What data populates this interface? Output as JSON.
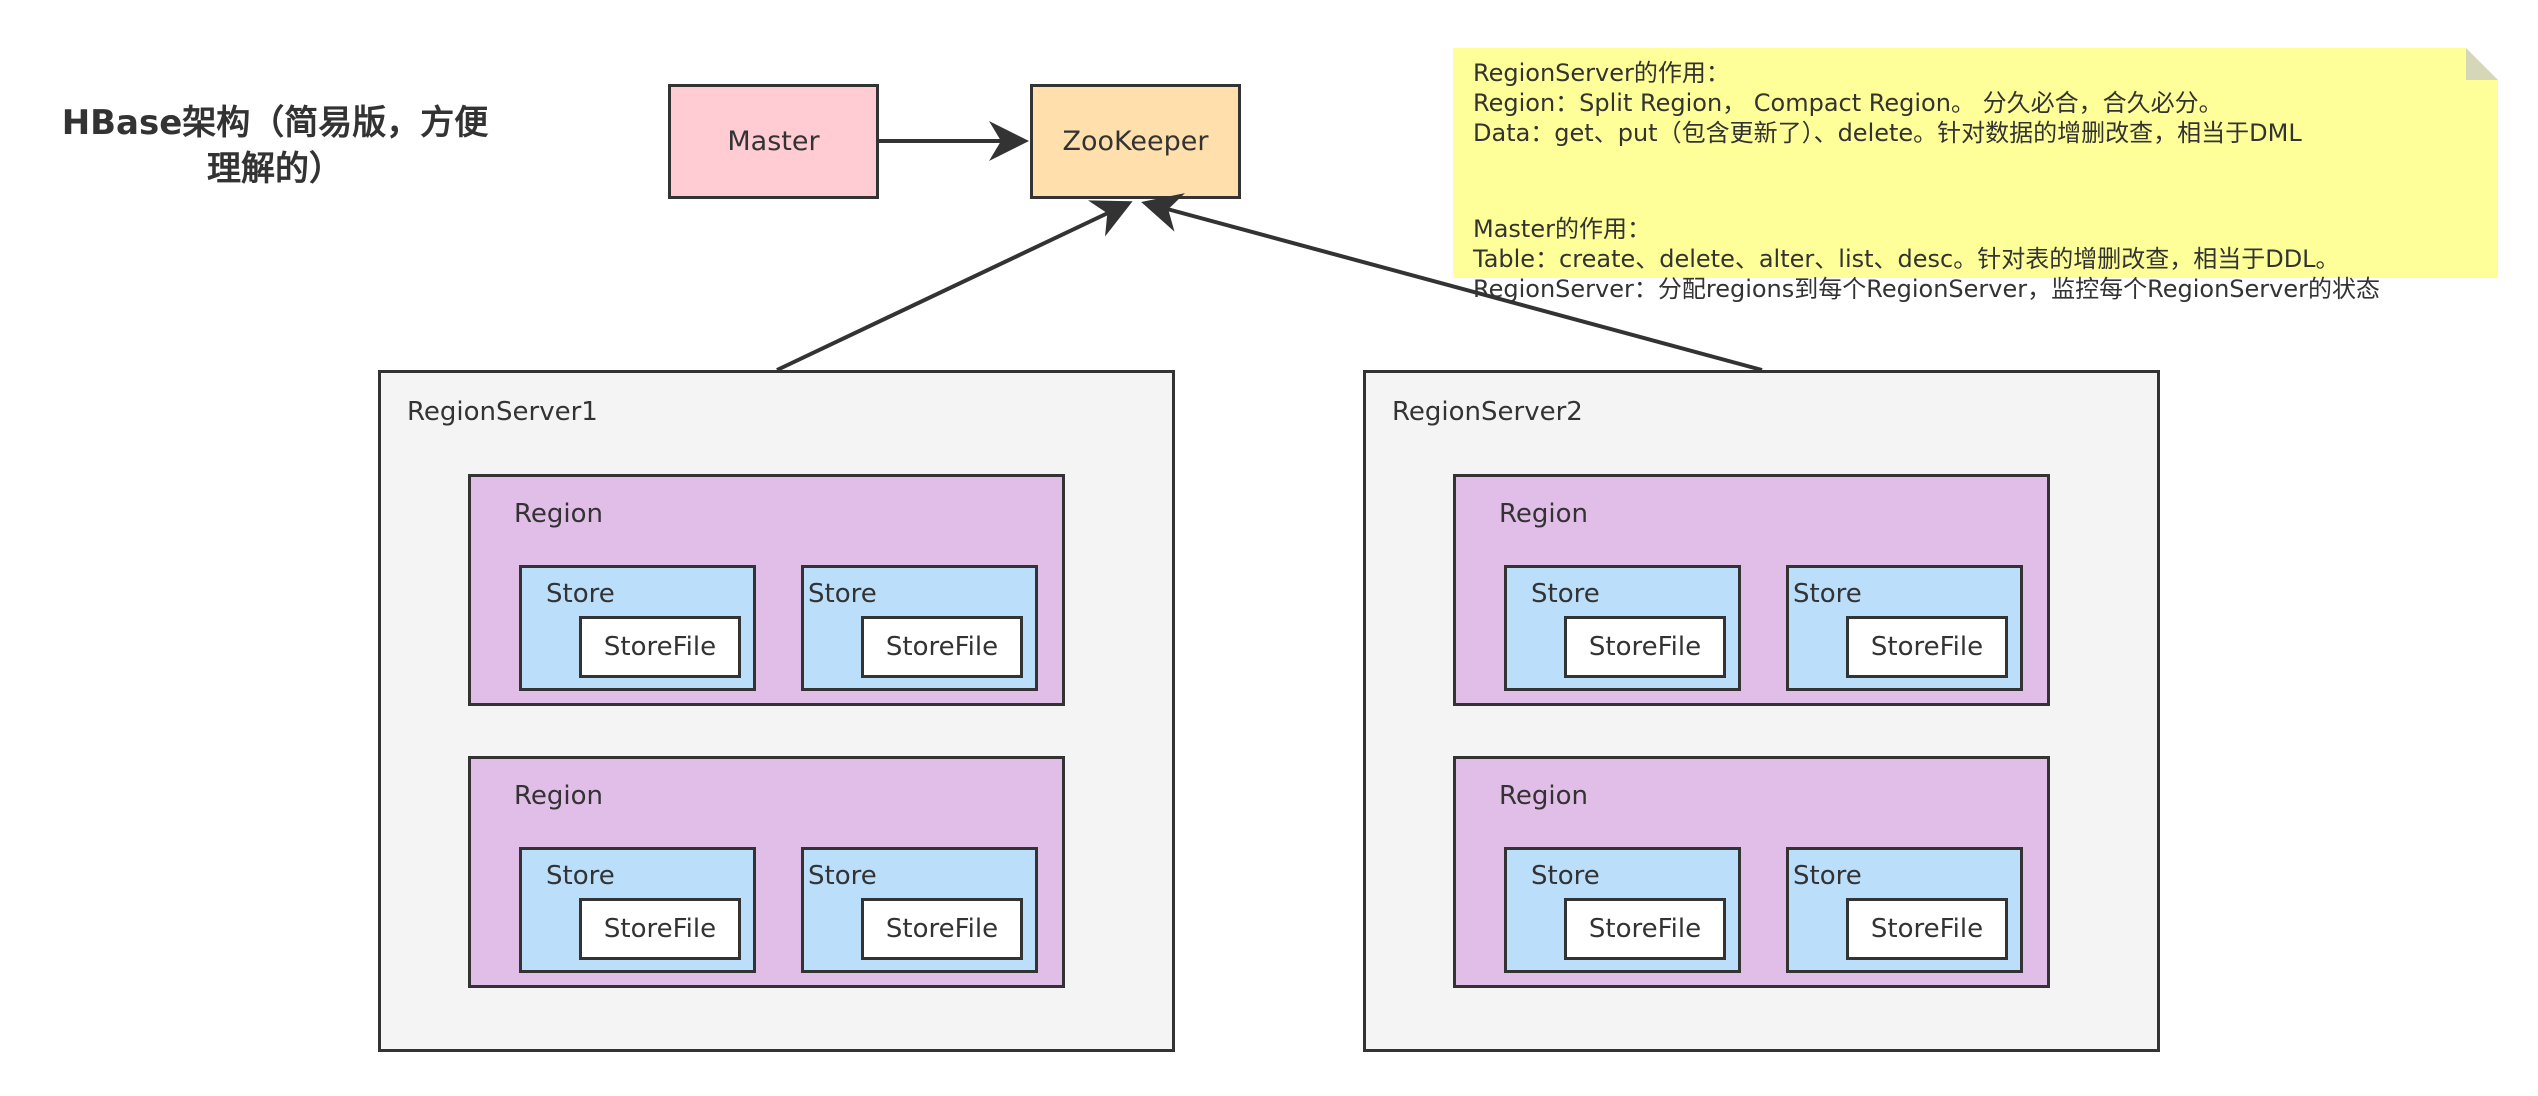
{
  "title": {
    "line1": "HBase架构（简易版，方便",
    "line2": "理解的）"
  },
  "nodes": {
    "master": "Master",
    "zookeeper": "ZooKeeper"
  },
  "servers": [
    {
      "label": "RegionServer1",
      "regions": [
        {
          "label": "Region",
          "stores": [
            {
              "label": "Store",
              "file": "StoreFile"
            },
            {
              "label": "Store",
              "file": "StoreFile"
            }
          ]
        },
        {
          "label": "Region",
          "stores": [
            {
              "label": "Store",
              "file": "StoreFile"
            },
            {
              "label": "Store",
              "file": "StoreFile"
            }
          ]
        }
      ]
    },
    {
      "label": "RegionServer2",
      "regions": [
        {
          "label": "Region",
          "stores": [
            {
              "label": "Store",
              "file": "StoreFile"
            },
            {
              "label": "Store",
              "file": "StoreFile"
            }
          ]
        },
        {
          "label": "Region",
          "stores": [
            {
              "label": "Store",
              "file": "StoreFile"
            },
            {
              "label": "Store",
              "file": "StoreFile"
            }
          ]
        }
      ]
    }
  ],
  "note": {
    "lines": [
      "RegionServer的作用：",
      " Region：Split Region， Compact Region。 分久必合，合久必分。",
      " Data：get、put（包含更新了）、delete。针对数据的增删改查，相当于DML",
      "",
      "",
      "Master的作用：",
      " Table：create、delete、alter、list、desc。针对表的增删改查，相当于DDL。",
      " RegionServer：分配regions到每个RegionServer，监控每个RegionServer的状态"
    ]
  },
  "colors": {
    "master_fill": "#ffccd3",
    "zookeeper_fill": "#ffe0ad",
    "server_fill": "#f4f4f4",
    "region_fill": "#e1bee7",
    "store_fill": "#bbdefb",
    "storefile_fill": "#ffffff",
    "note_fill": "#ffff99",
    "stroke": "#333333"
  }
}
